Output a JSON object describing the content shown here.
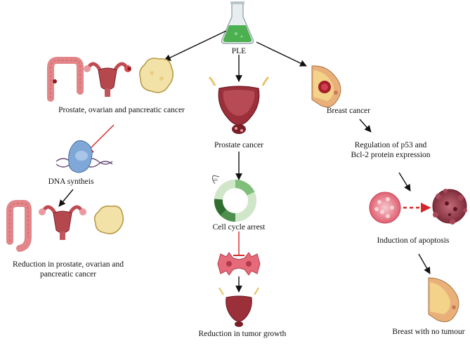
{
  "source": {
    "label": "PLE"
  },
  "branches": {
    "left": {
      "cancers": "Prostate, ovarian and pancreatic cancer",
      "target": "DNA syntheis",
      "outcome": "Reduction in prostate, ovarian and pancreatic cancer"
    },
    "middle": {
      "cancer": "Prostate cancer",
      "effect": "Cell cycle arrest",
      "outcome": "Reduction in tumor growth"
    },
    "right": {
      "cancer": "Breast cancer",
      "mechanism": "Regulation of p53 and Bcl-2 protein expression",
      "effect": "Induction of apoptosis",
      "outcome": "Breast with no tumour"
    }
  },
  "colors": {
    "arrow": "#111111",
    "inhibit": "#d62728",
    "flask_liquid": "#4caf50",
    "tissue": "#b5484d",
    "tissue_light": "#e9a0a0",
    "fat": "#f2e2a8",
    "dna_protein": "#7fa8d8",
    "cell_cycle": "#4e8f4e",
    "apoptosis_cell": "#e66b7a",
    "breast_skin": "#e9b07a"
  },
  "icons": [
    "flask-icon",
    "colon-icon",
    "uterus-icon",
    "pancreas-icon",
    "bladder-prostate-icon",
    "breast-tumor-icon",
    "dna-enzyme-icon",
    "cell-cycle-icon",
    "dividing-cell-icon",
    "apoptosis-cells-icon",
    "healthy-breast-icon"
  ]
}
